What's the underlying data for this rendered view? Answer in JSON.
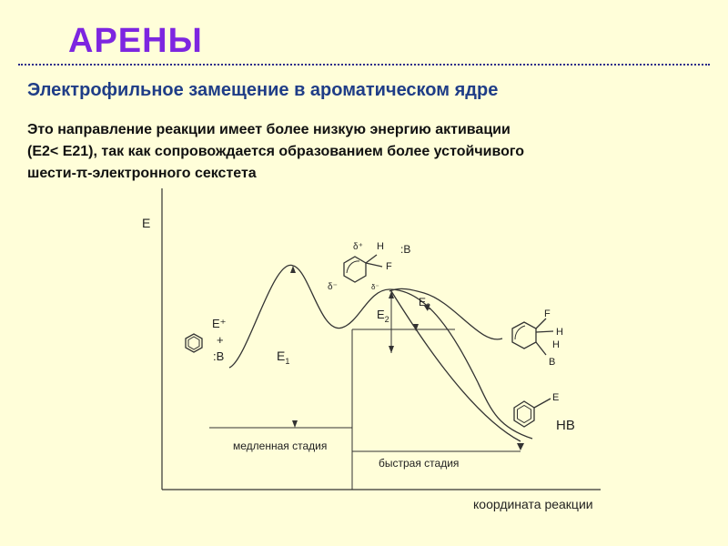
{
  "slide": {
    "title": "АРЕНЫ",
    "subtitle": "Электрофильное замещение в ароматическом ядре",
    "paragraph": [
      "Это направление реакции имеет более низкую энергию активации",
      "(Е2< Е21), так как сопровождается образованием более устойчивого",
      "шести-π-электронного секстета"
    ]
  },
  "diagram": {
    "y_axis_label": "E",
    "x_axis_label": "координата реакции",
    "reactant": {
      "reagent": "E⁺",
      "plus": "+",
      "base": ":B"
    },
    "intermediate": {
      "delta_plus": "δ⁺",
      "delta_minus": "δ⁻",
      "delta_minus_2": "δ⁻",
      "h_label": "H",
      "f_label": "F",
      "base": ":B"
    },
    "sigma_complex": {
      "top": "F",
      "h1": "H",
      "h2": "H",
      "bottom": "B"
    },
    "product": {
      "substituent": "E",
      "byproduct": "HB"
    },
    "energy_labels": {
      "e1_main": "E",
      "e1_sub": "1",
      "e2_main": "E",
      "e2_sub": "2",
      "e2b_main": "E",
      "e2b_sub": "2"
    },
    "stage_labels": {
      "slow": "медленная стадия",
      "fast": "быстрая стадия"
    }
  }
}
